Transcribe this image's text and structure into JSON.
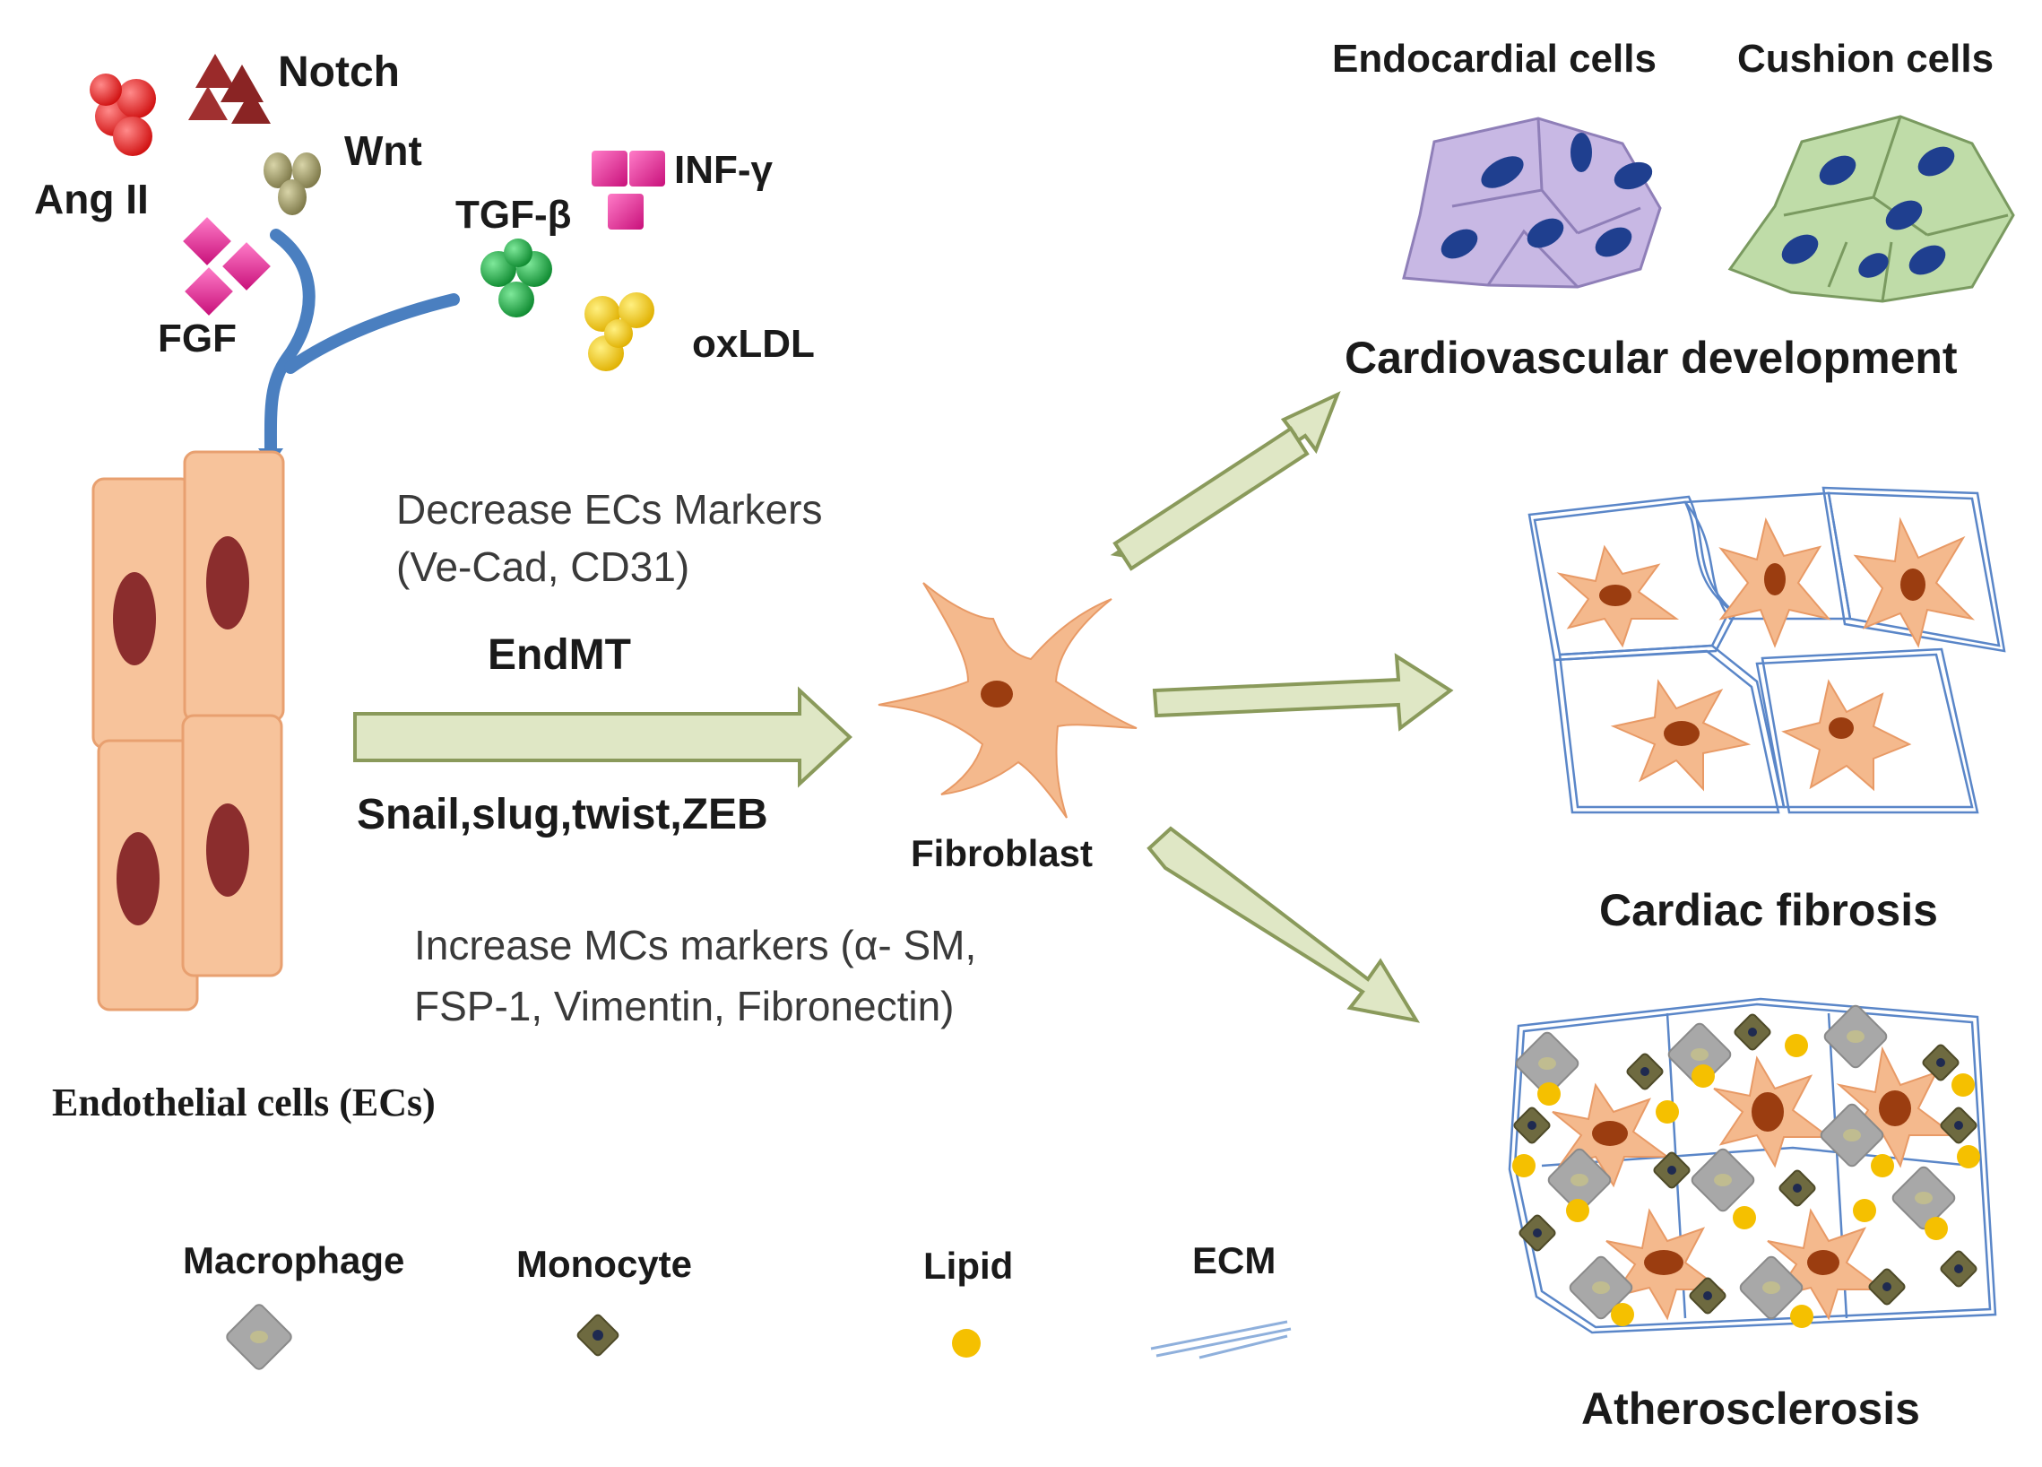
{
  "signals": {
    "notch": "Notch",
    "ang2": "Ang II",
    "wnt": "Wnt",
    "fgf": "FGF",
    "tgfb": "TGF-β",
    "infg": "INF-γ",
    "oxldl": "oxLDL"
  },
  "outcomes": {
    "endocardial": "Endocardial cells",
    "cushion": "Cushion cells",
    "cardiovascular": "Cardiovascular development",
    "fibrosis": "Cardiac fibrosis",
    "atherosclerosis": "Atherosclerosis"
  },
  "process": {
    "decrease_line1": "Decrease ECs Markers",
    "decrease_line2": "(Ve-Cad, CD31)",
    "endmt": "EndMT",
    "factors": "Snail,slug,twist,ZEB",
    "increase_line1": "Increase MCs markers (α- SM,",
    "increase_line2": "FSP-1, Vimentin, Fibronectin)",
    "fibroblast": "Fibroblast",
    "endothelial": "Endothelial cells (ECs)"
  },
  "legend": {
    "macrophage": "Macrophage",
    "monocyte": "Monocyte",
    "lipid": "Lipid",
    "ecm": "ECM"
  },
  "colors": {
    "ang2": "#e01818",
    "notch": "#9a2a2a",
    "wnt": "#9a9560",
    "fgf": "#e0208c",
    "tgfb": "#1aa040",
    "infg": "#e0208c",
    "oxldl": "#f2c400",
    "receptor": "#4a7fc0",
    "arrow_fill": "#dfe7c5",
    "endocardial": "#c8b8e4",
    "cushion": "#bfdca8",
    "nucleus_blue": "#1f3f8f",
    "macrophage": "#a8a8a8",
    "monocyte": "#6e6a40",
    "lipid": "#f5c000"
  }
}
